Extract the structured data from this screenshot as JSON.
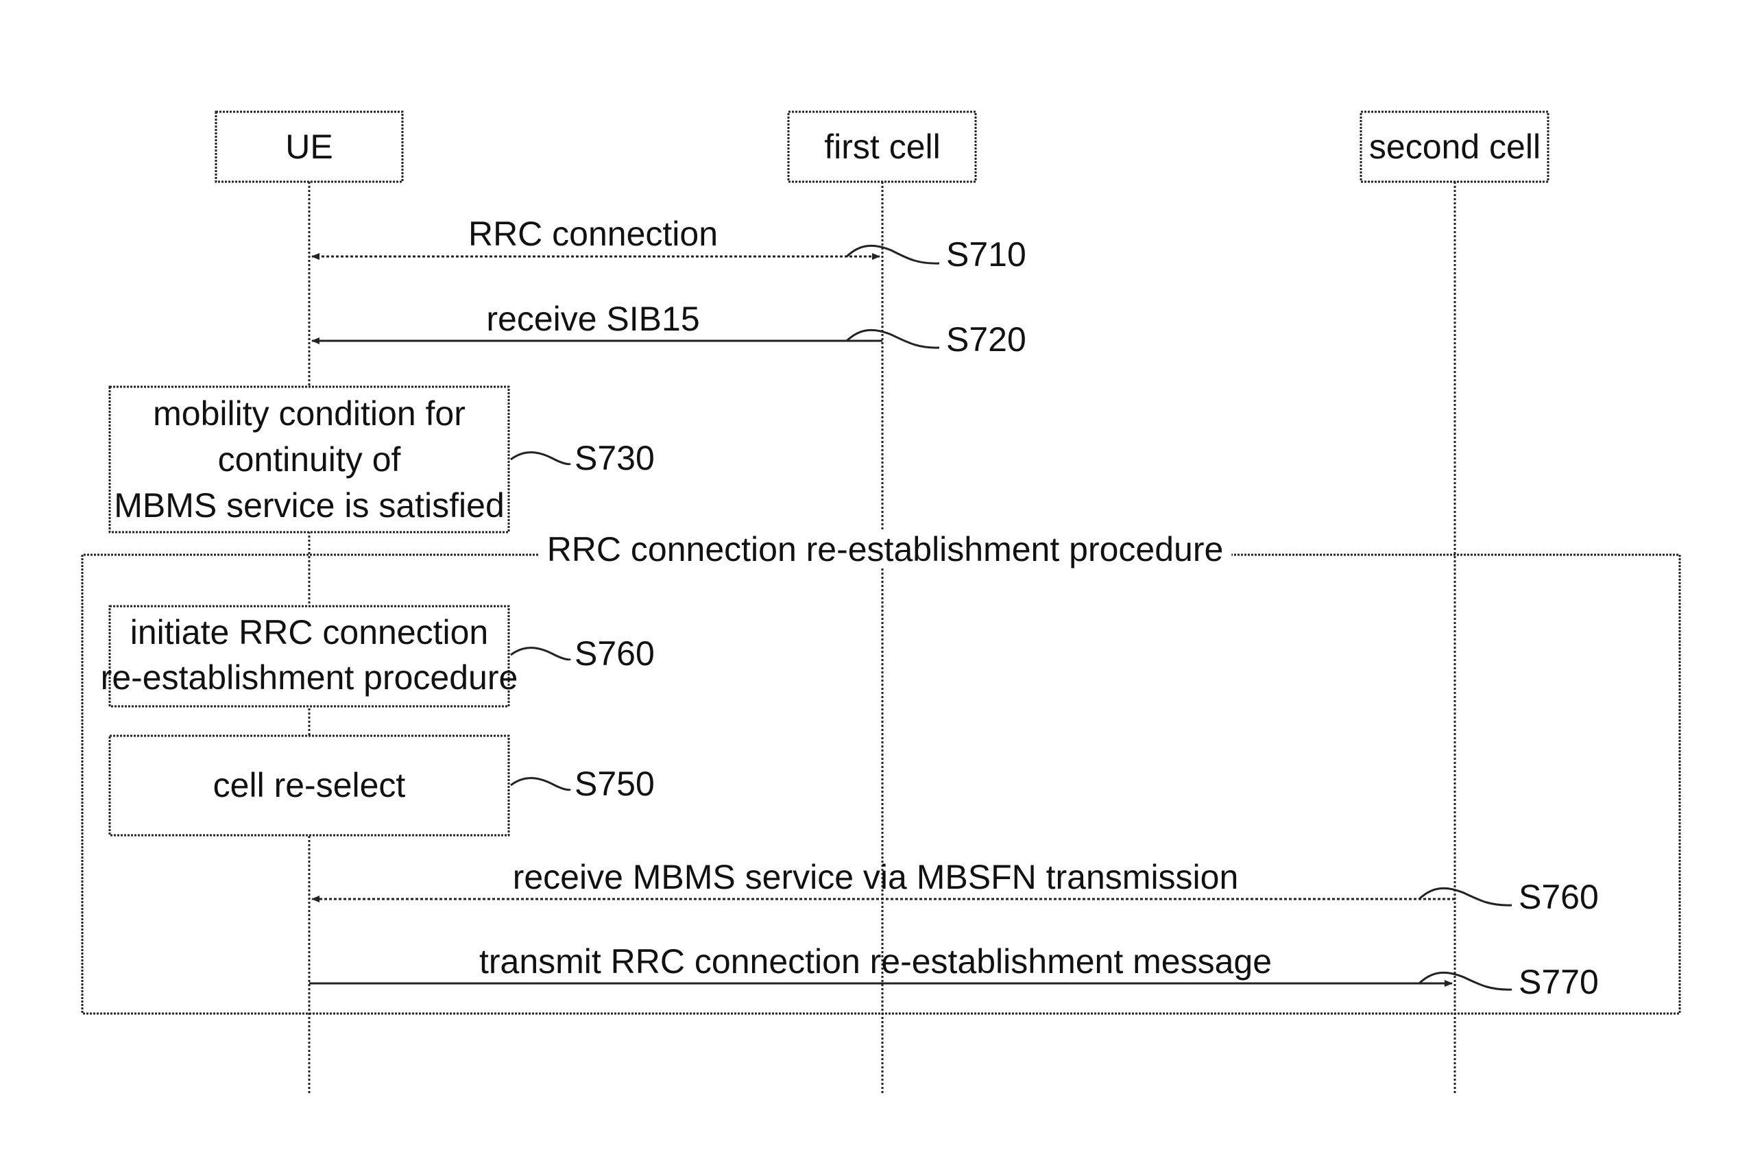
{
  "actors": [
    {
      "id": "ue",
      "label": "UE"
    },
    {
      "id": "first",
      "label": "first cell"
    },
    {
      "id": "second",
      "label": "second cell"
    }
  ],
  "frame": {
    "label": "RRC connection re-establishment procedure"
  },
  "messages": [
    {
      "id": "rrc-connection",
      "label": "RRC connection",
      "step": "S710",
      "style": "dashed",
      "direction": "both"
    },
    {
      "id": "receive-sib15",
      "label": "receive SIB15",
      "step": "S720",
      "style": "solid",
      "direction": "to-ue"
    },
    {
      "id": "receive-mbms",
      "label": "receive MBMS service via MBSFN transmission",
      "step": "S760",
      "style": "dashed",
      "direction": "to-ue"
    },
    {
      "id": "transmit-rrc",
      "label": "transmit RRC connection re-establishment message",
      "step": "S770",
      "style": "solid",
      "direction": "to-second"
    }
  ],
  "process_boxes": [
    {
      "id": "mobility-condition",
      "lines": [
        "mobility condition for",
        "continuity of",
        "MBMS service is satisfied"
      ],
      "step": "S730"
    },
    {
      "id": "initiate-rrc",
      "lines": [
        "initiate RRC connection",
        "re-establishment procedure"
      ],
      "step": "S760"
    },
    {
      "id": "cell-reselect",
      "lines": [
        "cell re-select"
      ],
      "step": "S750"
    }
  ]
}
